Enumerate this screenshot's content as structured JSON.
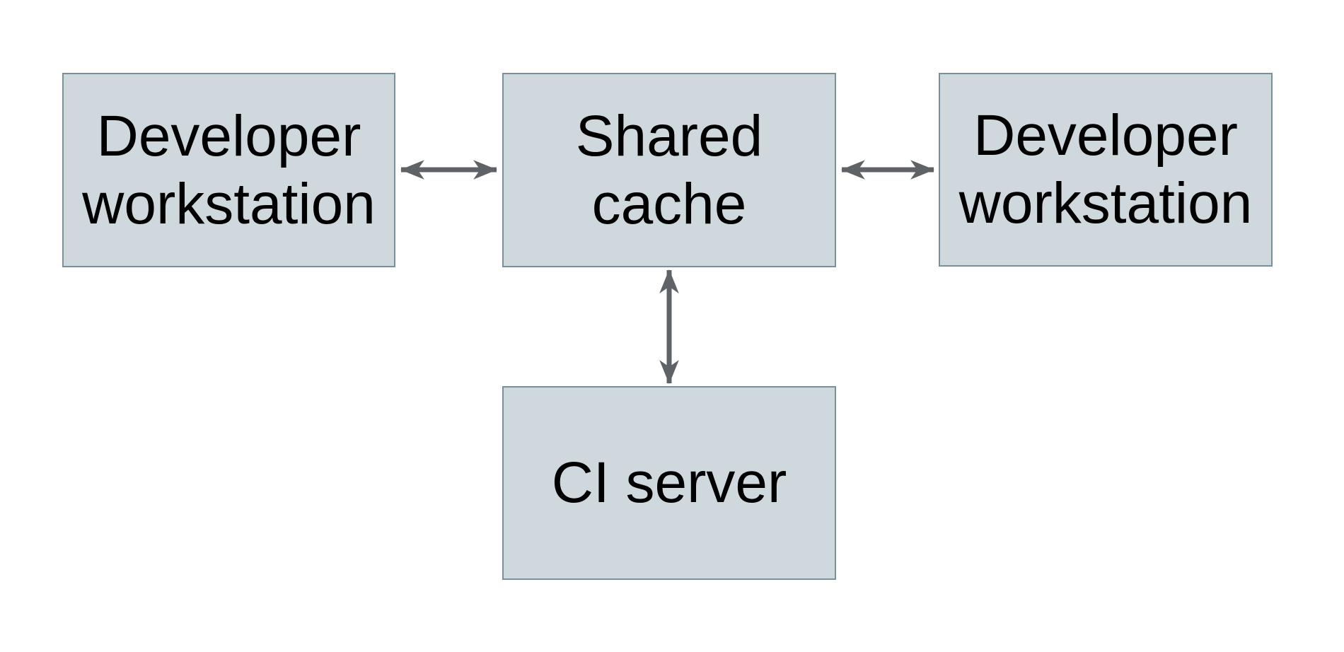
{
  "theme": {
    "background": "#ffffff",
    "node_fill": "#cfd8dc",
    "node_border": "#78909c",
    "arrow_color": "#5f6368",
    "label_color": "#000000"
  },
  "nodes": {
    "dev_left": {
      "label": "Developer workstation",
      "lines": [
        "Developer",
        "workstation"
      ]
    },
    "shared_cache": {
      "label": "Shared cache",
      "lines": [
        "Shared",
        "cache"
      ]
    },
    "dev_right": {
      "label": "Developer workstation",
      "lines": [
        "Developer",
        "workstation"
      ]
    },
    "ci_server": {
      "label": "CI server",
      "lines": [
        "CI server"
      ]
    }
  },
  "edges": [
    {
      "from": "dev_left",
      "to": "shared_cache",
      "direction": "bidirectional"
    },
    {
      "from": "shared_cache",
      "to": "dev_right",
      "direction": "bidirectional"
    },
    {
      "from": "shared_cache",
      "to": "ci_server",
      "direction": "bidirectional"
    }
  ]
}
